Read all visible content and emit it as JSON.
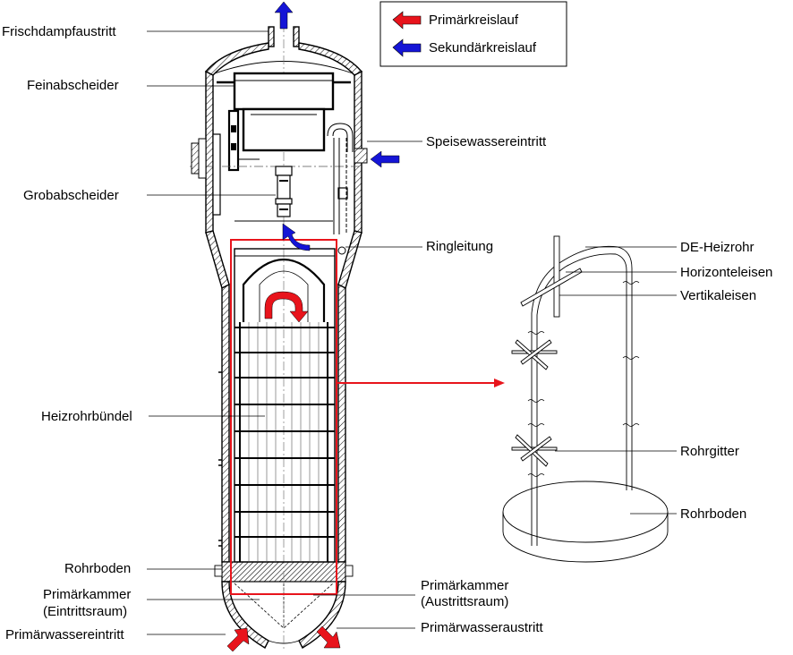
{
  "legend": {
    "primary": "Primärkreislauf",
    "secondary": "Sekundärkreislauf",
    "primary_color": "#e8141c",
    "secondary_color": "#1515d6"
  },
  "labels": {
    "frischdampf": "Frischdampfaustritt",
    "feinabscheider": "Feinabscheider",
    "grobabscheider": "Grobabscheider",
    "heizrohrbuendel": "Heizrohrbündel",
    "rohrboden_left": "Rohrboden",
    "primaerkammer_ein_1": "Primärkammer",
    "primaerkammer_ein_2": "(Eintrittsraum)",
    "primaerwasser_ein": "Primärwassereintritt",
    "speisewasser": "Speisewassereintritt",
    "ringleitung": "Ringleitung",
    "primaerkammer_aus_1": "Primärkammer",
    "primaerkammer_aus_2": "(Austrittsraum)",
    "primaerwasser_aus": "Primärwasseraustritt"
  },
  "detail": {
    "de_heizrohr": "DE-Heizrohr",
    "horizontaleisen": "Horizonteleisen",
    "vertikaleisen": "Vertikaleisen",
    "rohrgitter": "Rohrgitter",
    "rohrboden": "Rohrboden"
  }
}
